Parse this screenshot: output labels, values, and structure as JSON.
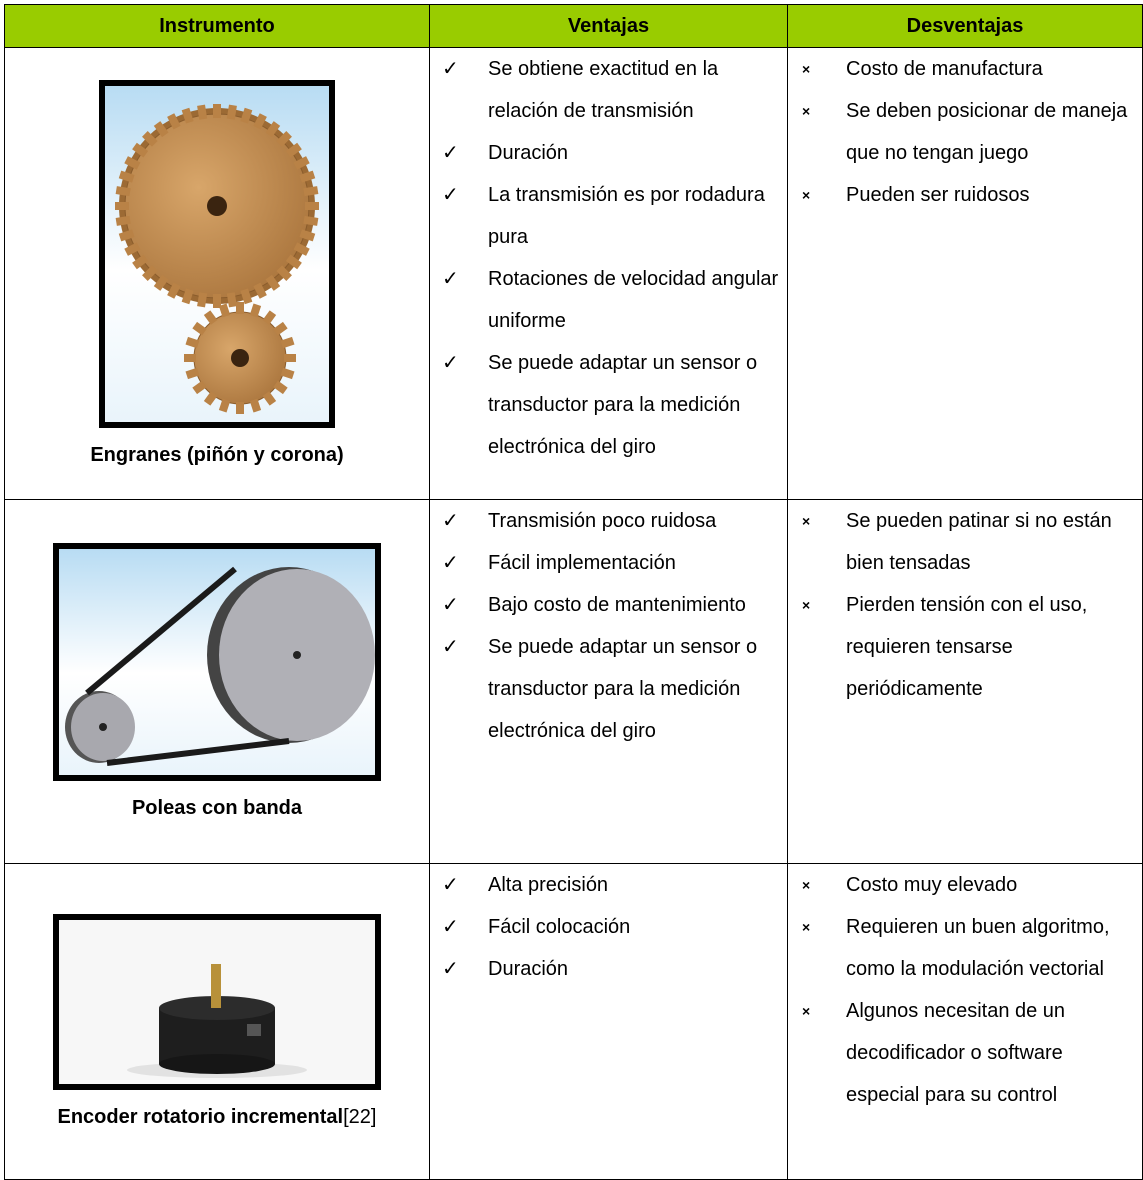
{
  "headers": {
    "instrument": "Instrumento",
    "advantages": "Ventajas",
    "disadvantages": "Desventajas"
  },
  "rows": [
    {
      "caption": "Engranes (piñón y corona)",
      "image_icon": "gears-image",
      "advantages": [
        "Se obtiene exactitud en la relación de transmisión",
        "Duración",
        "La transmisión es por rodadura pura",
        "Rotaciones de velocidad angular uniforme",
        "Se puede adaptar un sensor o transductor para la medición electrónica del giro"
      ],
      "disadvantages": [
        "Costo de manufactura",
        "Se deben posicionar de maneja que no tengan juego",
        "Pueden ser ruidosos"
      ]
    },
    {
      "caption": "Poleas con banda",
      "image_icon": "pulleys-image",
      "advantages": [
        "Transmisión poco ruidosa",
        "Fácil implementación",
        "Bajo costo de mantenimiento",
        "Se puede adaptar un sensor o transductor para la medición electrónica del giro"
      ],
      "disadvantages": [
        "Se pueden patinar si no están bien tensadas",
        "Pierden tensión con el uso, requieren tensarse periódicamente"
      ]
    },
    {
      "caption": "Encoder rotatorio incremental",
      "caption_ref": "[22]",
      "image_icon": "encoder-image",
      "advantages": [
        "Alta precisión",
        "Fácil colocación",
        "Duración"
      ],
      "disadvantages": [
        "Costo muy elevado",
        "Requieren un buen algoritmo, como la modulación vectorial",
        "Algunos necesitan de un decodificador o software especial para su control"
      ]
    }
  ],
  "marks": {
    "check": "✓",
    "cross": "×"
  },
  "colors": {
    "header_bg": "#99cc00",
    "gear": "#c8955a",
    "pulley": "#a8a8ae"
  }
}
